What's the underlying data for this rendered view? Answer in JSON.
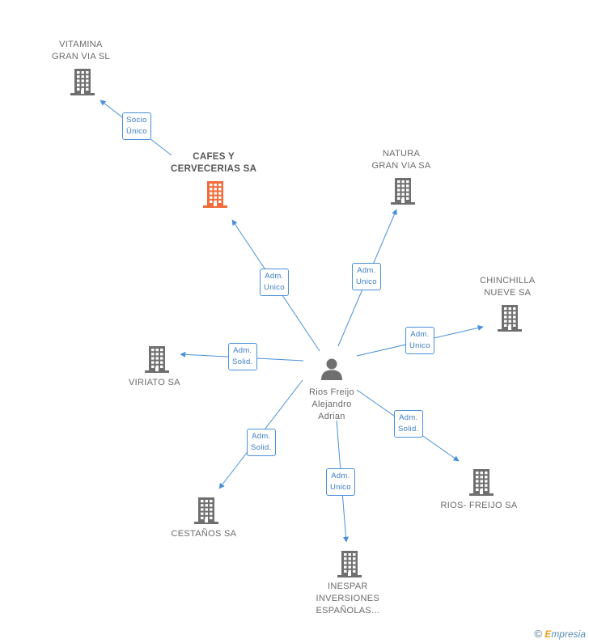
{
  "center": {
    "lines": [
      "Rios Freijo",
      "Alejandro",
      "Adrian"
    ]
  },
  "companies": [
    {
      "id": "vitamina",
      "lines": [
        "VITAMINA",
        "GRAN VIA SL"
      ],
      "highlight": false
    },
    {
      "id": "cafes",
      "lines": [
        "CAFES Y",
        "CERVECERIAS SA"
      ],
      "highlight": true
    },
    {
      "id": "natura",
      "lines": [
        "NATURA",
        "GRAN VIA SA"
      ],
      "highlight": false
    },
    {
      "id": "chinchilla",
      "lines": [
        "CHINCHILLA",
        "NUEVE SA"
      ],
      "highlight": false
    },
    {
      "id": "viriato",
      "lines": [
        "VIRIATO SA"
      ],
      "highlight": false
    },
    {
      "id": "rios",
      "lines": [
        "RIOS- FREIJO SA"
      ],
      "highlight": false
    },
    {
      "id": "cestanos",
      "lines": [
        "CESTAÑOS SA"
      ],
      "highlight": false
    },
    {
      "id": "inespar",
      "lines": [
        "INESPAR",
        "INVERSIONES",
        "ESPAÑOLAS..."
      ],
      "highlight": false
    }
  ],
  "edges": [
    {
      "from": "cafes",
      "to": "vitamina",
      "lines": [
        "Socio",
        "Único"
      ]
    },
    {
      "from": "center",
      "to": "cafes",
      "lines": [
        "Adm.",
        "Unico"
      ]
    },
    {
      "from": "center",
      "to": "natura",
      "lines": [
        "Adm.",
        "Unico"
      ]
    },
    {
      "from": "center",
      "to": "chinchilla",
      "lines": [
        "Adm.",
        "Unico"
      ]
    },
    {
      "from": "center",
      "to": "viriato",
      "lines": [
        "Adm.",
        "Solid."
      ]
    },
    {
      "from": "center",
      "to": "rios",
      "lines": [
        "Adm.",
        "Solid."
      ]
    },
    {
      "from": "center",
      "to": "cestanos",
      "lines": [
        "Adm.",
        "Solid."
      ]
    },
    {
      "from": "center",
      "to": "inespar",
      "lines": [
        "Adm.",
        "Unico"
      ]
    }
  ],
  "colors": {
    "edge": "#4a90d9",
    "building": "#6f6f6f",
    "building_highlight": "#f26b3a",
    "person": "#6f6f6f"
  },
  "credit": {
    "copyright": "©",
    "brand_first": "E",
    "brand_rest": "mpresia"
  }
}
